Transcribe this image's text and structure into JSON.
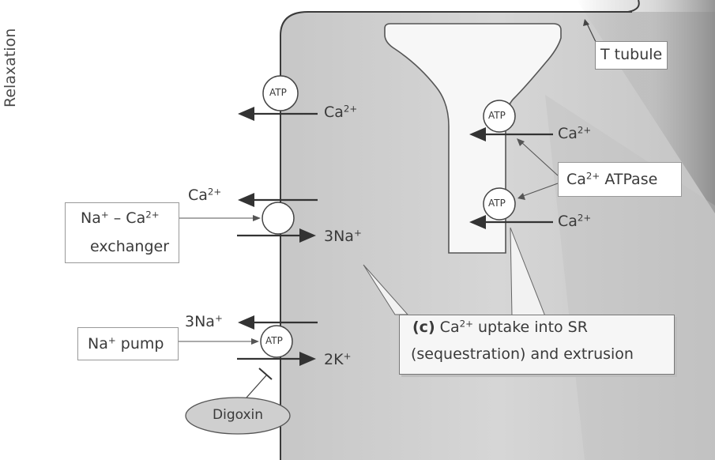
{
  "section_title": "Relaxation",
  "labels": {
    "t_tubule": "T tubule",
    "atp": "ATP",
    "ca": "Ca",
    "ca_charge": "2+",
    "na3": "3Na",
    "na_charge": "+",
    "k2": "2K",
    "k_charge": "+",
    "exchanger_line1_a": "Na",
    "exchanger_line1_b": " – Ca",
    "exchanger_line2": "exchanger",
    "pump_a": "Na",
    "pump_b": " pump",
    "atpase_a": "Ca",
    "atpase_b": " ATPase",
    "digoxin": "Digoxin",
    "callout_c": "(c)",
    "callout_ca": " Ca",
    "callout_line1_rest": " uptake into SR",
    "callout_line2": "(sequestration) and extrusion"
  }
}
